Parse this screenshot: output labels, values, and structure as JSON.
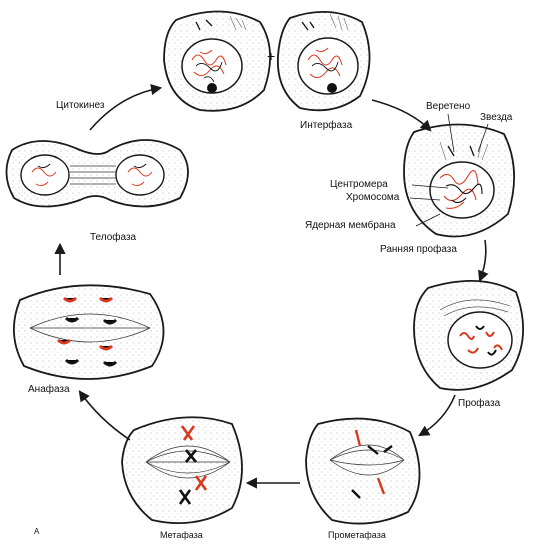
{
  "figure_letter": "А",
  "plus_sign": "+",
  "stages": {
    "interphase": "Интерфаза",
    "early_prophase": "Ранняя профаза",
    "prophase": "Профаза",
    "prometaphase": "Прометафаза",
    "metaphase": "Метафаза",
    "anaphase": "Анафаза",
    "telophase": "Телофаза",
    "cytokinesis": "Цитокинез"
  },
  "annotations": {
    "spindle": "Веретено",
    "star": "Звезда",
    "centromere": "Центромера",
    "chromosome": "Хромосома",
    "nuclear_membrane": "Ядерная мембрана"
  },
  "colors": {
    "outline": "#1a1a1a",
    "chromosome_red": "#d9381e",
    "chromosome_black": "#111111",
    "cell_fill": "#f7f7f3"
  }
}
